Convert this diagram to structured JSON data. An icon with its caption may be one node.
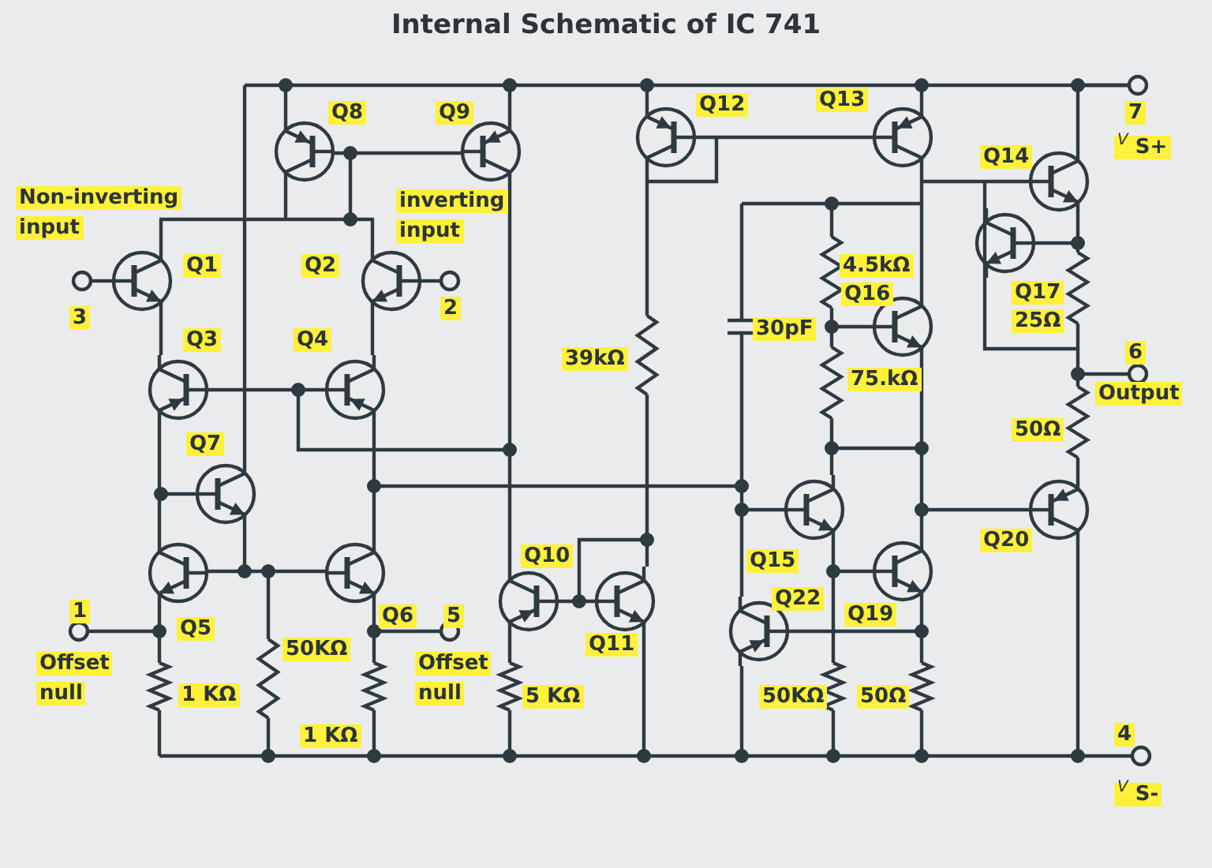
{
  "diagram": {
    "title": "Internal Schematic of IC 741",
    "labels": [
      "Q8",
      "Q9",
      "Non-inverting input",
      "inverting input",
      "Q1",
      "Q2",
      "3",
      "2",
      "Q3",
      "Q4",
      "Q7",
      "Q12",
      "Q13",
      "7",
      "$^{V}$ S+",
      "Q14",
      "4.5kΩ",
      "Q16",
      "30pF",
      "39kΩ",
      "Q17",
      "25Ω",
      "6",
      "Output",
      "75.kΩ",
      "50Ω",
      "Q10",
      "Q15",
      "Q20",
      "Q22",
      "1",
      "Q5",
      "Q6",
      "5",
      "Q19",
      "50KΩ",
      "Q11",
      "Offset null",
      "Offset null",
      "1 KΩ",
      "5 KΩ",
      "50KΩ",
      "50Ω",
      "1 KΩ",
      "4",
      "$^{V}$ S-"
    ]
  }
}
